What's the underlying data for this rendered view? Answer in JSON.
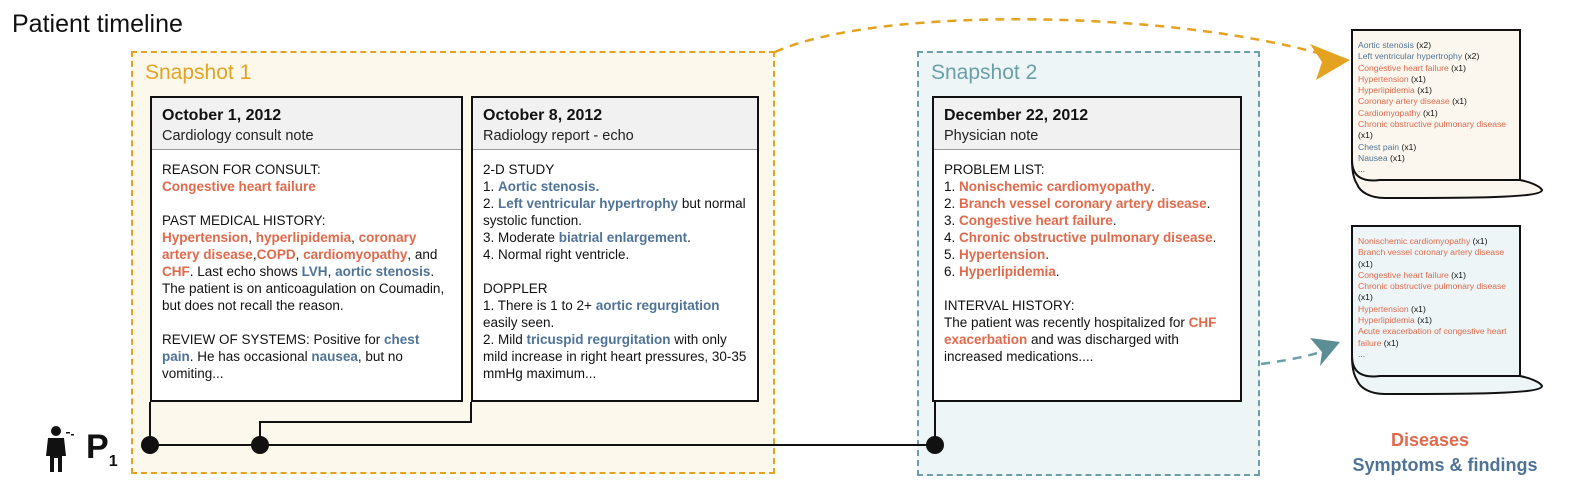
{
  "title": "Patient timeline",
  "snapshots": [
    {
      "label": "Snapshot 1"
    },
    {
      "label": "Snapshot 2"
    }
  ],
  "patient": {
    "label": "P",
    "subscript": "1"
  },
  "notes": [
    {
      "date": "October 1, 2012",
      "type": "Cardiology consult note",
      "sections": [
        {
          "heading": "REASON FOR CONSULT:",
          "content": [
            {
              "t": "Congestive heart failure",
              "c": "d"
            }
          ]
        },
        {
          "heading": "PAST MEDICAL HISTORY:",
          "content": [
            {
              "t": "Hypertension",
              "c": "d"
            },
            {
              "t": ", "
            },
            {
              "t": "hyperlipidemia",
              "c": "d"
            },
            {
              "t": ", "
            },
            {
              "t": "coronary artery disease",
              "c": "d"
            },
            {
              "t": ","
            },
            {
              "t": "COPD",
              "c": "d"
            },
            {
              "t": ", "
            },
            {
              "t": "cardiomyopathy",
              "c": "d"
            },
            {
              "t": ", and "
            },
            {
              "t": "CHF",
              "c": "d"
            },
            {
              "t": ". Last echo shows "
            },
            {
              "t": "LVH",
              "c": "s"
            },
            {
              "t": ", "
            },
            {
              "t": "aortic stenosis",
              "c": "s"
            },
            {
              "t": ". The patient is on anticoagulation on Coumadin, but does not recall the reason."
            }
          ]
        },
        {
          "heading": "",
          "content": [
            {
              "t": "REVIEW OF SYSTEMS: Positive for "
            },
            {
              "t": "chest pain",
              "c": "s"
            },
            {
              "t": ". He has occasional "
            },
            {
              "t": "nausea",
              "c": "s"
            },
            {
              "t": ", but no vomiting..."
            }
          ]
        }
      ]
    },
    {
      "date": "October 8, 2012",
      "type": "Radiology report - echo",
      "sections": [
        {
          "heading": "2-D STUDY",
          "lines": [
            [
              {
                "t": "1. "
              },
              {
                "t": "Aortic stenosis.",
                "c": "s"
              }
            ],
            [
              {
                "t": "2. "
              },
              {
                "t": "Left ventricular hypertrophy",
                "c": "s"
              },
              {
                "t": " but normal systolic function."
              }
            ],
            [
              {
                "t": "3. Moderate "
              },
              {
                "t": "biatrial enlargement",
                "c": "s"
              },
              {
                "t": "."
              }
            ],
            [
              {
                "t": "4. Normal right ventricle."
              }
            ]
          ]
        },
        {
          "heading": "DOPPLER",
          "lines": [
            [
              {
                "t": "1. There is 1 to 2+ "
              },
              {
                "t": "aortic regurgitation",
                "c": "s"
              },
              {
                "t": " easily seen."
              }
            ],
            [
              {
                "t": "2. Mild "
              },
              {
                "t": "tricuspid regurgitation",
                "c": "s"
              },
              {
                "t": " with only mild increase in right heart pressures, 30-35 mmHg maximum..."
              }
            ]
          ]
        }
      ]
    },
    {
      "date": "December 22, 2012",
      "type": "Physician note",
      "sections": [
        {
          "heading": "PROBLEM LIST:",
          "lines": [
            [
              {
                "t": "1. "
              },
              {
                "t": "Nonischemic cardiomyopathy",
                "c": "d"
              },
              {
                "t": "."
              }
            ],
            [
              {
                "t": "2. "
              },
              {
                "t": "Branch vessel coronary artery disease",
                "c": "d"
              },
              {
                "t": "."
              }
            ],
            [
              {
                "t": "3. "
              },
              {
                "t": "Congestive heart failure",
                "c": "d"
              },
              {
                "t": "."
              }
            ],
            [
              {
                "t": "4. "
              },
              {
                "t": "Chronic obstructive pulmonary disease",
                "c": "d"
              },
              {
                "t": "."
              }
            ],
            [
              {
                "t": "5. "
              },
              {
                "t": "Hypertension",
                "c": "d"
              },
              {
                "t": "."
              }
            ],
            [
              {
                "t": "6. "
              },
              {
                "t": "Hyperlipidemia",
                "c": "d"
              },
              {
                "t": "."
              }
            ]
          ]
        },
        {
          "heading": "INTERVAL HISTORY:",
          "content": [
            {
              "t": "The patient was recently hospitalized for "
            },
            {
              "t": "CHF exacerbation",
              "c": "d"
            },
            {
              "t": " and was discharged with increased medications...."
            }
          ]
        }
      ]
    }
  ],
  "summaries": [
    {
      "items": [
        {
          "t": "Aortic stenosis",
          "c": "s",
          "n": "(x2)"
        },
        {
          "t": "Left ventricular hypertrophy",
          "c": "s",
          "n": "(x2)"
        },
        {
          "t": "Congestive heart failure",
          "c": "d",
          "n": "(x1)"
        },
        {
          "t": "Hypertension",
          "c": "d",
          "n": "(x1)"
        },
        {
          "t": "Hyperlipidemia",
          "c": "d",
          "n": "(x1)"
        },
        {
          "t": "Coronary artery disease",
          "c": "d",
          "n": "(x1)"
        },
        {
          "t": "Cardiomyopathy",
          "c": "d",
          "n": "(x1)"
        },
        {
          "t": "Chronic obstructive pulmonary disease",
          "c": "d",
          "n": "(x1)"
        },
        {
          "t": "Chest pain",
          "c": "s",
          "n": "(x1)"
        },
        {
          "t": "Nausea",
          "c": "s",
          "n": "(x1)"
        }
      ],
      "more": "..."
    },
    {
      "items": [
        {
          "t": "Nonischemic cardiomyopathy",
          "c": "d",
          "n": "(x1)"
        },
        {
          "t": "Branch vessel coronary artery disease",
          "c": "d",
          "n": "(x1)"
        },
        {
          "t": "Congestive heart failure",
          "c": "d",
          "n": "(x1)"
        },
        {
          "t": "Chronic obstructive pulmonary disease",
          "c": "d",
          "n": "(x1)"
        },
        {
          "t": "Hypertension",
          "c": "d",
          "n": "(x1)"
        },
        {
          "t": "Hyperlipidemia",
          "c": "d",
          "n": "(x1)"
        },
        {
          "t": "Acute exacerbation of congestive heart failure",
          "c": "d",
          "n": "(x1)"
        }
      ],
      "more": "..."
    }
  ],
  "legend": {
    "diseases": "Diseases",
    "symptoms": "Symptoms & findings"
  },
  "colors": {
    "disease": "#e06a4c",
    "symptom": "#4f7397",
    "snapshot1": "#e3a21f",
    "snapshot2": "#6a9fa8"
  },
  "icons": [
    "patient-icon",
    "arrow-icon"
  ]
}
